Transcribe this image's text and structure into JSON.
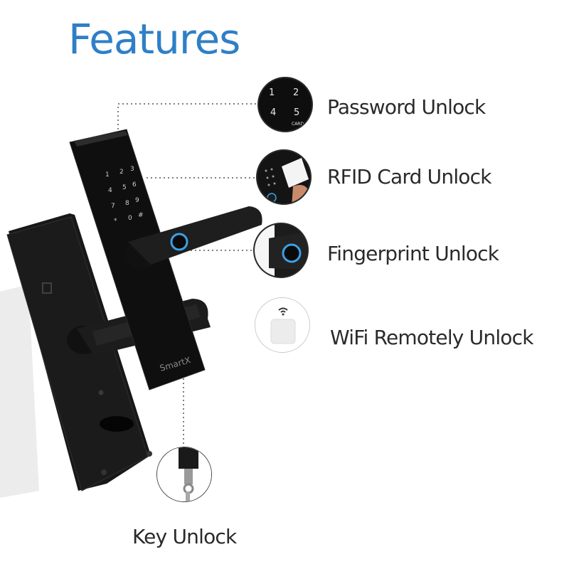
{
  "title": "Features",
  "features": [
    {
      "label": "Password Unlock",
      "icon": "keypad-icon"
    },
    {
      "label": "RFID Card Unlock",
      "icon": "rfid-card-icon"
    },
    {
      "label": "Fingerprint Unlock",
      "icon": "fingerprint-icon"
    },
    {
      "label": "WiFi Remotely Unlock",
      "icon": "wifi-gateway-icon"
    },
    {
      "label": "Key Unlock",
      "icon": "key-icon"
    }
  ],
  "keypad_digits": [
    "1",
    "2",
    "4",
    "5"
  ],
  "keypad_card_text": "CARD",
  "brand_mark": "SmartX",
  "colors": {
    "title": "#2f7fc7",
    "lock_body": "#141414",
    "fingerprint_ring": "#3aa0e8"
  }
}
